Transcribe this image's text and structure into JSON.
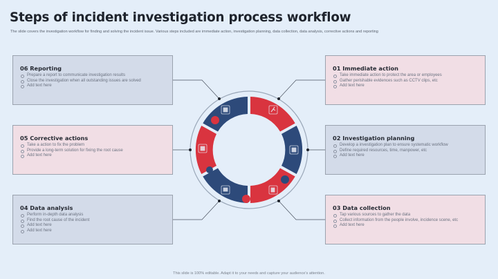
{
  "header": {
    "title": "Steps of incident investigation process workflow",
    "subtitle": "The slide covers the investigation workflow for finding and solving the incident issue. Various steps included are immediate action, investigation planning, data collection, data analysis, corrective actions and reporting"
  },
  "colors": {
    "background": "#e4eef9",
    "navy": "#2d4a7a",
    "red": "#d9343f",
    "card_blue": "#d3dbe9",
    "card_pink": "#f1dee5"
  },
  "steps": [
    {
      "title": "01 Immediate action",
      "icon": "running-person-icon",
      "bullets": [
        "Take immediate action to protect the area or employees",
        "Gather perishable evidences such as CCTV clips, etc",
        "Add text here"
      ]
    },
    {
      "title": "02 Investigation planning",
      "icon": "document-plan-icon",
      "bullets": [
        "Develop a investigation plan to ensure systematic workflow",
        "Define required resources, time, manpower, etc",
        "Add text here"
      ]
    },
    {
      "title": "03 Data collection",
      "icon": "data-search-icon",
      "bullets": [
        "Tap various sources to gather the data",
        "Collect information from the people involve, incidence scene, etc",
        "Add text here"
      ]
    },
    {
      "title": "04 Data analysis",
      "icon": "analysis-chart-icon",
      "bullets": [
        "Perform in-depth data analysis",
        "Find the root cause of the incident",
        "Add text here",
        "Add text here"
      ]
    },
    {
      "title": "05 Corrective actions",
      "icon": "hand-fix-icon",
      "bullets": [
        "Take a action to fix the problem",
        "Provide a long-term solution for fixing the root cause",
        "Add text here"
      ]
    },
    {
      "title": "06 Reporting",
      "icon": "clipboard-report-icon",
      "bullets": [
        "Prepare a report to communicate investigation results",
        "Close the investigation when all outstanding issues are solved",
        "Add text here"
      ]
    }
  ],
  "footer": {
    "text": "This slide is 100% editable. Adapt it to your needs and capture your audience's attention."
  }
}
